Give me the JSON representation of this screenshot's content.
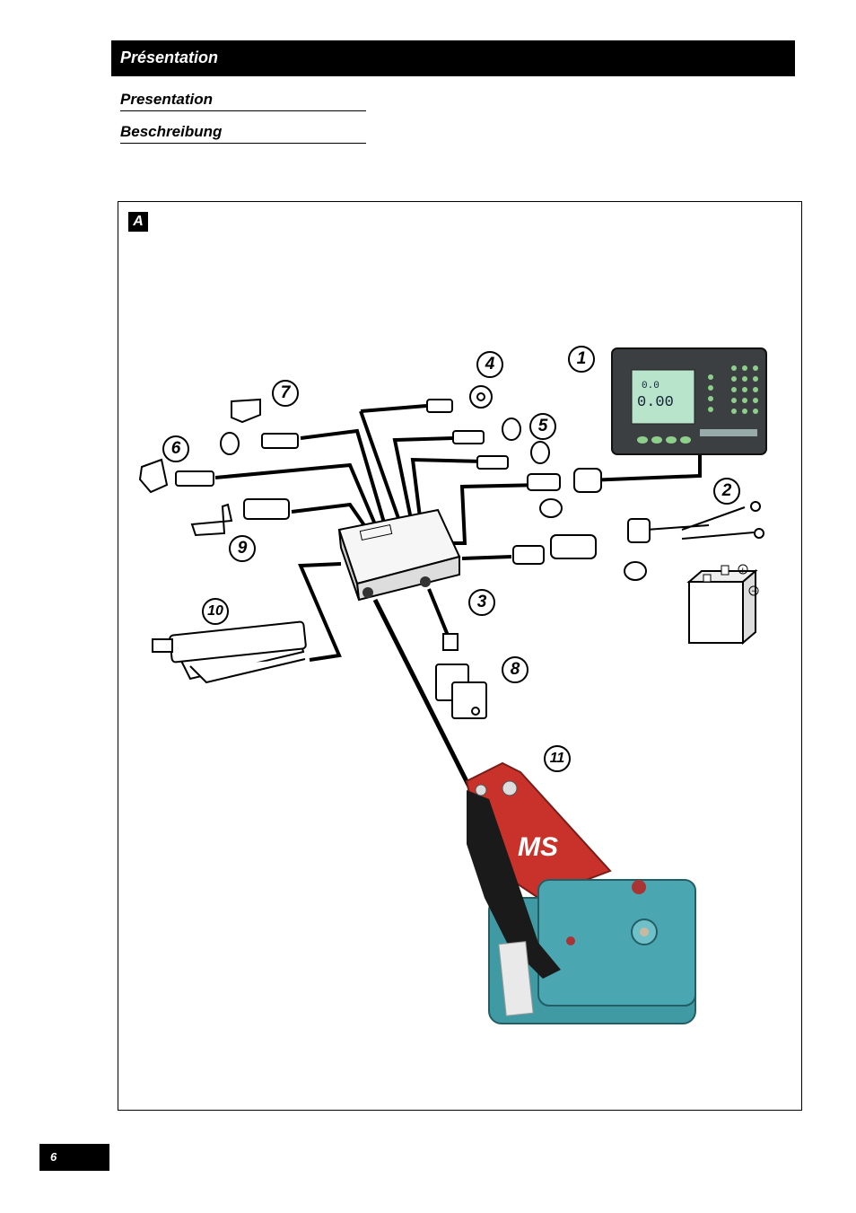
{
  "header": {
    "title": "Présentation"
  },
  "subtitles": [
    "Presentation",
    "Beschreibung"
  ],
  "figure": {
    "label": "A",
    "callouts": [
      "1",
      "2",
      "3",
      "4",
      "5",
      "6",
      "7",
      "8",
      "9",
      "10",
      "11"
    ],
    "console_display": {
      "line1": "0.0",
      "line2": "0.00"
    },
    "machine_badge": "MS"
  },
  "footer": {
    "page_number": "6"
  }
}
